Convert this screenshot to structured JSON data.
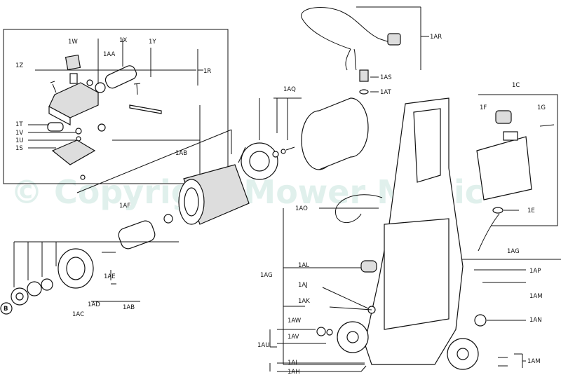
{
  "watermark": "© Copyright Mower Magic",
  "labels": {
    "w1": "1W",
    "aa": "1AA",
    "x": "1X",
    "y": "1Y",
    "z": "1Z",
    "r": "1R",
    "t": "1T",
    "v": "1V",
    "u": "1U",
    "s": "1S",
    "ab_top": "1AB",
    "af": "1AF",
    "ae": "1AE",
    "ad": "1AD",
    "ac": "1AC",
    "ab_bot": "1AB",
    "aq": "1AQ",
    "ar": "1AR",
    "as": "1AS",
    "at": "1AT",
    "c": "1C",
    "f": "1F",
    "g": "1G",
    "e": "1E",
    "ao": "1AO",
    "ag_right": "1AG",
    "ag_left": "1AG",
    "al": "1AL",
    "aj": "1AJ",
    "ak": "1AK",
    "ap": "1AP",
    "am1": "1AM",
    "an": "1AN",
    "aw": "1AW",
    "av": "1AV",
    "au": "1AU",
    "ai": "1AI",
    "ah": "1AH",
    "am2": "1AM",
    "b": "B"
  }
}
